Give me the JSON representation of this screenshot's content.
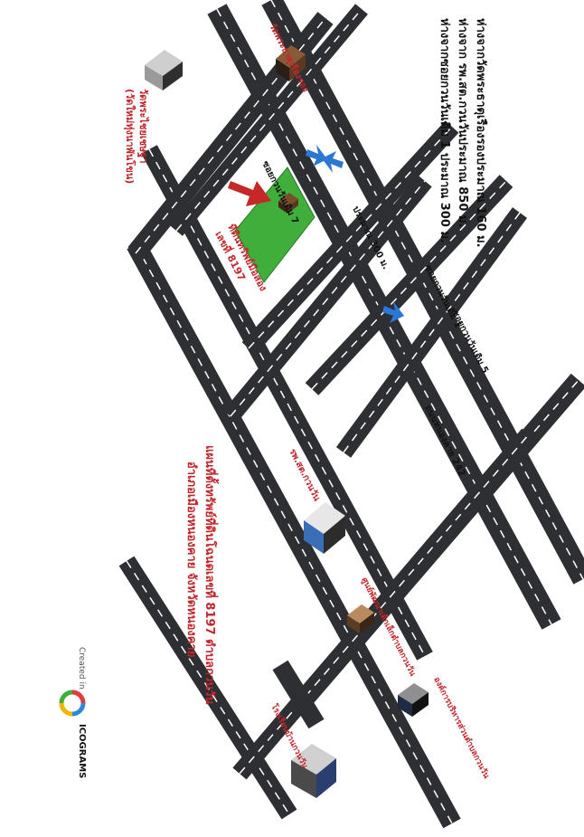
{
  "info": {
    "line1": "ห่างจากวัดพระธาตุเรืองรองประมาณ 160 ม.",
    "line2": "ห่างจาก รพ.สต.กวนวันประมาณ 850 ม.",
    "line3": "ห่างจากซอยกวนวันเดิม 1 ประมาณ 300 ม."
  },
  "roads": {
    "soi1": "ซอยกวนวันเดิม 1",
    "soi7": "ซอยกวนวันเดิม 7",
    "soi5": "ซอยกวนวันเดิม 5",
    "highway": "ถนนหนองคาย 242",
    "distance": "ประมาณ 300 ม."
  },
  "places": {
    "temple": "วัดพระธาตุเรืองรอง",
    "wat_top": "วัดพระไชยเชษฐา",
    "wat_top_sub": "(วัดใหม่ทุ่งนาพันโขน)",
    "hospital": "รพ.สต.กวนวัน",
    "school": "ศูนย์พัฒนาเด็กเล็กตำบลกวนวัน",
    "office": "องค์การบริหารส่วนตำบลกวนวัน",
    "school2": "โรงเรียนบ้านกวนวัน"
  },
  "property": {
    "label1": "ที่ดินทรัพย์มือสอง",
    "label2": "เลขที่ 8197"
  },
  "title": {
    "line1": "แผนที่ตั้งทรัพย์ที่ดินโฉนดเลขที่ 8197 ตำบลกวนวัน",
    "line2": "อำเภอเมืองหนองคาย จังหวัดหนองคาย"
  },
  "credit": {
    "created": "Created in",
    "brand": "ICOGRAMS"
  },
  "colors": {
    "road": "#2e2f33",
    "lane": "#ffffff",
    "parcel": "#3fae3a",
    "arrow_blue": "#2b77d4",
    "arrow_red": "#c62828",
    "text_red": "#c0272d"
  }
}
